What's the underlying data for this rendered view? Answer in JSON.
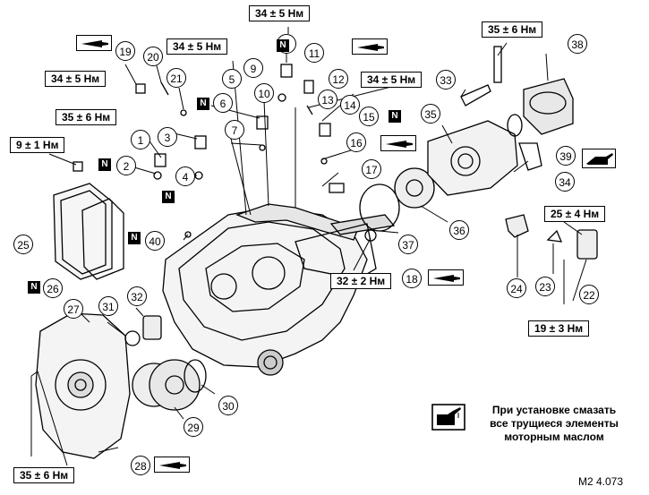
{
  "torques": {
    "t8": "34 ± 5 Нм",
    "t5": "34 ± 5 Нм",
    "t19": "34 ± 5 Нм",
    "t14": "34 ± 5 Нм",
    "t1": "35 ± 6 Нм",
    "t38": "35 ± 6 Нм",
    "t24": "9 ± 1 Нм",
    "t22": "25 ± 4 Нм",
    "t18": "32 ± 2 Нм",
    "t23": "19 ± 3 Нм",
    "t28": "35 ± 6 Нм"
  },
  "callouts": {
    "c1": "1",
    "c2": "2",
    "c3": "3",
    "c4": "4",
    "c5": "5",
    "c6": "6",
    "c7": "7",
    "c8": "8",
    "c9": "9",
    "c10": "10",
    "c11": "11",
    "c12": "12",
    "c13": "13",
    "c14": "14",
    "c15": "15",
    "c16": "16",
    "c17": "17",
    "c18": "18",
    "c19": "19",
    "c20": "20",
    "c21": "21",
    "c22": "22",
    "c23": "23",
    "c24": "24",
    "c25": "25",
    "c26": "26",
    "c27": "27",
    "c28": "28",
    "c29": "29",
    "c30": "30",
    "c31": "31",
    "c32": "32",
    "c33": "33",
    "c34": "34",
    "c35": "35",
    "c36": "36",
    "c37": "37",
    "c38": "38",
    "c39": "39",
    "c40": "40"
  },
  "new_part_marker": "N",
  "icons": {
    "grease_tube": "grease-tube-icon",
    "oil_can": "oil-can-icon"
  },
  "note": {
    "line1": "При установке смазать",
    "line2": "все трущиеся элементы",
    "line3": "моторным маслом"
  },
  "figure_code": "M2 4.073"
}
